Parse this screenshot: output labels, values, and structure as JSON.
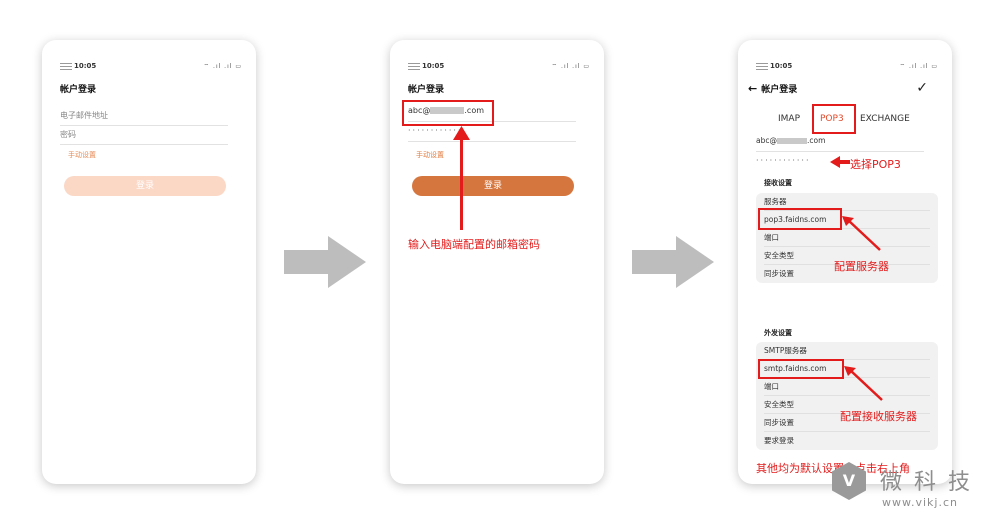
{
  "status_bar": {
    "time": "10:05",
    "icons": "⌔ .ıl .ıl ▭"
  },
  "step1": {
    "title": "帐户登录",
    "email_placeholder": "电子邮件地址",
    "password_placeholder": "密码",
    "manual_settings": "手动设置",
    "login_button": "登录"
  },
  "step2": {
    "title": "帐户登录",
    "email_value_prefix": "abc@",
    "email_value_suffix": ".com",
    "password_value": "············",
    "manual_settings": "手动设置",
    "login_button": "登录",
    "annotation": "输入电脑端配置的邮箱密码"
  },
  "step3": {
    "title": "帐户登录",
    "tabs": [
      {
        "label": "IMAP"
      },
      {
        "label": "POP3"
      },
      {
        "label": "EXCHANGE"
      }
    ],
    "email_value_prefix": "abc@",
    "email_value_suffix": ".com",
    "password_value": "············",
    "incoming_section": "接收设置",
    "incoming_rows": [
      {
        "label": "服务器"
      },
      {
        "label": "pop3.faidns.com"
      },
      {
        "label": "端口"
      },
      {
        "label": "安全类型"
      },
      {
        "label": "同步设置"
      }
    ],
    "outgoing_section": "外发设置",
    "outgoing_rows": [
      {
        "label": "SMTP服务器"
      },
      {
        "label": "smtp.faidns.com"
      },
      {
        "label": "端口"
      },
      {
        "label": "安全类型"
      },
      {
        "label": "同步设置"
      },
      {
        "label": "要求登录"
      }
    ],
    "annotation_pop3": "选择POP3",
    "annotation_incoming": "配置服务器",
    "annotation_outgoing": "配置接收服务器",
    "annotation_footer": "其他均为默认设置，点击右上角"
  },
  "watermark": {
    "logo": "V",
    "title": "微科技",
    "url": "www.vikj.cn"
  },
  "colors": {
    "accent": "#d6763f",
    "accent_light": "#fbd7c6",
    "annotation_red": "#e31b1b",
    "arrow_gray": "#bdbdbd"
  }
}
